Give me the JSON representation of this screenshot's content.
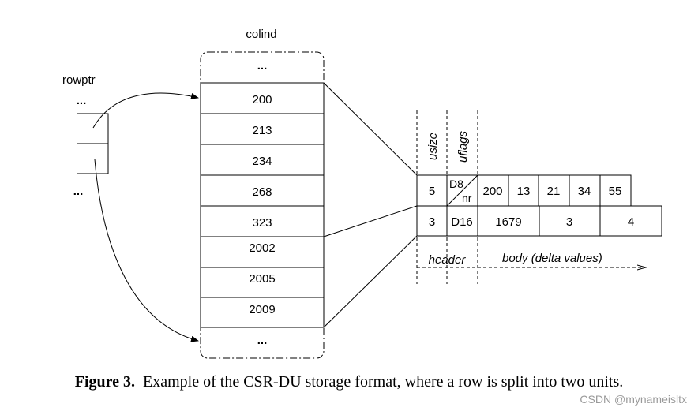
{
  "labels": {
    "colind": "colind",
    "rowptr": "rowptr",
    "ellipsis": "...",
    "usize": "usize",
    "uflags": "uflags",
    "header": "header",
    "body": "body (delta values)"
  },
  "colind_values": [
    "200",
    "213",
    "234",
    "268",
    "323",
    "2002",
    "2005",
    "2009"
  ],
  "unit1": {
    "usize": "5",
    "flags_top": "D8",
    "flags_bottom": "nr",
    "deltas": [
      "200",
      "13",
      "21",
      "34",
      "55"
    ]
  },
  "unit2": {
    "usize": "3",
    "flags": "D16",
    "deltas": [
      "1679",
      "3",
      "4"
    ]
  },
  "caption": {
    "label": "Figure 3.",
    "text": "Example of the CSR-DU storage format, where a row is split into two units."
  },
  "watermark": "CSDN @mynameisltx"
}
